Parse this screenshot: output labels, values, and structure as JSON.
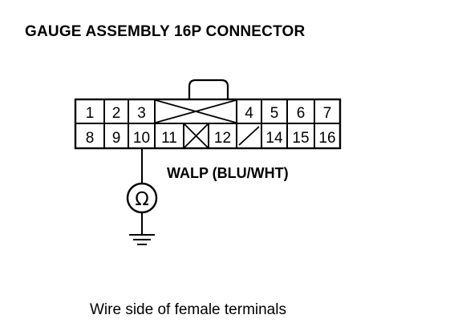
{
  "title": "GAUGE ASSEMBLY 16P CONNECTOR",
  "wire_label": "WALP (BLU/WHT)",
  "caption": "Wire side of female terminals",
  "meter_symbol": "Ω",
  "connector": {
    "top_row": [
      {
        "label": "1",
        "empty": false
      },
      {
        "label": "2",
        "empty": false
      },
      {
        "label": "3",
        "empty": false
      },
      {
        "label": "",
        "empty": true
      },
      {
        "label": "4",
        "empty": false
      },
      {
        "label": "5",
        "empty": false
      },
      {
        "label": "6",
        "empty": false
      },
      {
        "label": "7",
        "empty": false
      }
    ],
    "bottom_row": [
      {
        "label": "8",
        "empty": false
      },
      {
        "label": "9",
        "empty": false
      },
      {
        "label": "10",
        "empty": false
      },
      {
        "label": "11",
        "empty": false
      },
      {
        "label": "",
        "empty": true
      },
      {
        "label": "12",
        "empty": false
      },
      {
        "label": "",
        "empty": true
      },
      {
        "label": "14",
        "empty": false
      },
      {
        "label": "15",
        "empty": false
      },
      {
        "label": "16",
        "empty": false
      }
    ],
    "measured_pin": "10"
  },
  "icons": {
    "meter": "ohmmeter-icon",
    "ground": "ground-icon"
  }
}
